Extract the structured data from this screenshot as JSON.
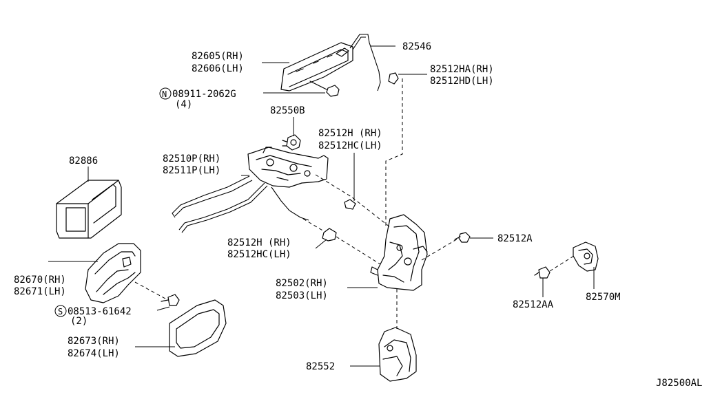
{
  "callouts": {
    "c82546": "82546",
    "c82605": "82605(RH)",
    "c82606": "82606(LH)",
    "c82512HA": "82512HA(RH)",
    "c82512HD": "82512HD(LH)",
    "n_symbol": "N",
    "c08911": "08911-2062G",
    "c08911_qty": "(4)",
    "c82550B": "82550B",
    "c82512H_a": "82512H (RH)",
    "c82512HC_a": "82512HC(LH)",
    "c82886": "82886",
    "c82510P": "82510P(RH)",
    "c82511P": "82511P(LH)",
    "c82512H_b": "82512H (RH)",
    "c82512HC_b": "82512HC(LH)",
    "c82512A": "82512A",
    "c82670": "82670(RH)",
    "c82671": "82671(LH)",
    "s_symbol": "S",
    "c08513": "08513-61642",
    "c08513_qty": "(2)",
    "c82502": "82502(RH)",
    "c82503": "82503(LH)",
    "c82512AA": "82512AA",
    "c82570M": "82570M",
    "c82673": "82673(RH)",
    "c82674": "82674(LH)",
    "c82552": "82552",
    "diagram_id": "J82500AL"
  }
}
